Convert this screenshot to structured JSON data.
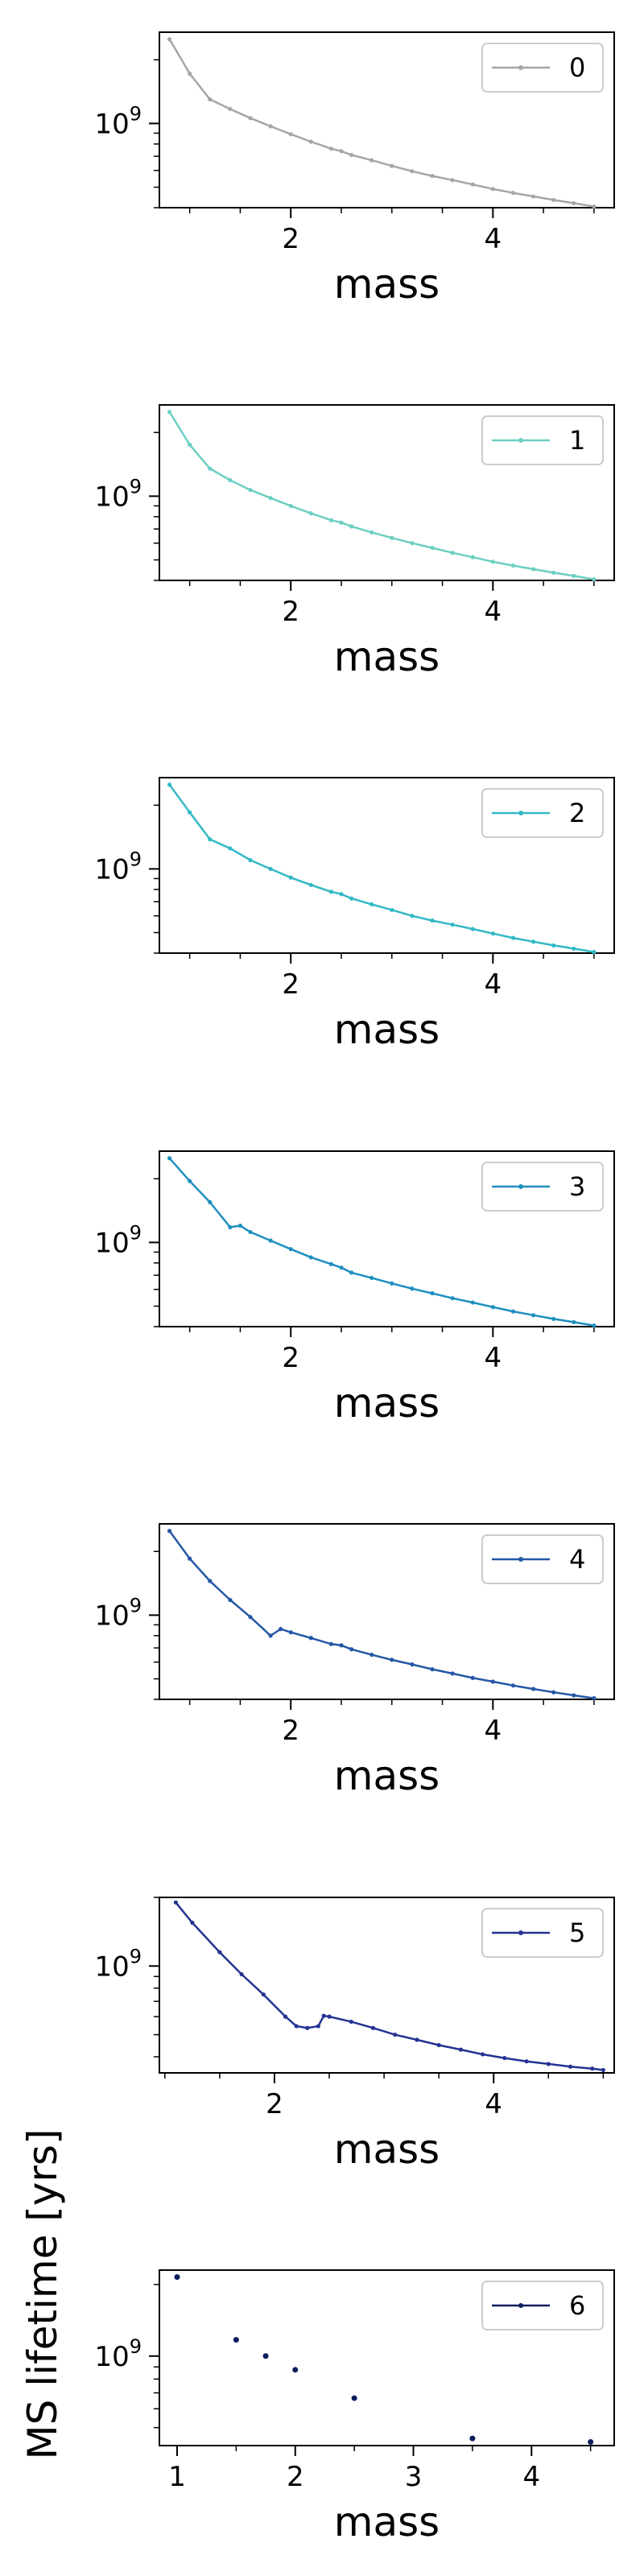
{
  "figure": {
    "ylabel": "MS lifetime [yrs]"
  },
  "chart_data": [
    {
      "type": "line",
      "legend": "0",
      "color": "#a6a6a6",
      "xlabel": "mass",
      "xscale": "linear",
      "yscale": "log",
      "xlim": [
        0.7,
        5.2
      ],
      "ylim": [
        400000000.0,
        2700000000.0
      ],
      "xticks": [
        2,
        4
      ],
      "yticks": [
        {
          "value": 1000000000.0,
          "label": "10^9"
        }
      ],
      "legend_loc": "upper right",
      "x": [
        0.8,
        1.0,
        1.2,
        1.4,
        1.6,
        1.8,
        2.0,
        2.2,
        2.4,
        2.5,
        2.6,
        2.8,
        3.0,
        3.2,
        3.4,
        3.6,
        3.8,
        4.0,
        4.2,
        4.4,
        4.6,
        4.8,
        5.0
      ],
      "y": [
        2500000000.0,
        1720000000.0,
        1300000000.0,
        1170000000.0,
        1060000000.0,
        970000000.0,
        890000000.0,
        820000000.0,
        760000000.0,
        740000000.0,
        710000000.0,
        670000000.0,
        630000000.0,
        595000000.0,
        565000000.0,
        540000000.0,
        515000000.0,
        490000000.0,
        470000000.0,
        452000000.0,
        435000000.0,
        420000000.0,
        405000000.0
      ]
    },
    {
      "type": "line",
      "legend": "1",
      "color": "#6ccfc3",
      "xlabel": "mass",
      "xscale": "linear",
      "yscale": "log",
      "xlim": [
        0.7,
        5.2
      ],
      "ylim": [
        400000000.0,
        2700000000.0
      ],
      "xticks": [
        2,
        4
      ],
      "yticks": [
        {
          "value": 1000000000.0,
          "label": "10^9"
        }
      ],
      "legend_loc": "upper right",
      "x": [
        0.8,
        1.0,
        1.2,
        1.4,
        1.6,
        1.8,
        2.0,
        2.2,
        2.4,
        2.5,
        2.6,
        2.8,
        3.0,
        3.2,
        3.4,
        3.6,
        3.8,
        4.0,
        4.2,
        4.4,
        4.6,
        4.8,
        5.0
      ],
      "y": [
        2500000000.0,
        1750000000.0,
        1350000000.0,
        1190000000.0,
        1070000000.0,
        980000000.0,
        900000000.0,
        830000000.0,
        770000000.0,
        750000000.0,
        720000000.0,
        675000000.0,
        635000000.0,
        600000000.0,
        570000000.0,
        540000000.0,
        515000000.0,
        490000000.0,
        470000000.0,
        452000000.0,
        435000000.0,
        420000000.0,
        405000000.0
      ]
    },
    {
      "type": "line",
      "legend": "2",
      "color": "#32b9c6",
      "xlabel": "mass",
      "xscale": "linear",
      "yscale": "log",
      "xlim": [
        0.7,
        5.2
      ],
      "ylim": [
        400000000.0,
        2700000000.0
      ],
      "xticks": [
        2,
        4
      ],
      "yticks": [
        {
          "value": 1000000000.0,
          "label": "10^9"
        }
      ],
      "legend_loc": "upper right",
      "x": [
        0.8,
        1.0,
        1.2,
        1.4,
        1.6,
        1.8,
        2.0,
        2.2,
        2.4,
        2.5,
        2.6,
        2.8,
        3.0,
        3.2,
        3.4,
        3.6,
        3.8,
        4.0,
        4.2,
        4.4,
        4.6,
        4.8,
        5.0
      ],
      "y": [
        2500000000.0,
        1850000000.0,
        1380000000.0,
        1250000000.0,
        1100000000.0,
        1000000000.0,
        910000000.0,
        840000000.0,
        780000000.0,
        760000000.0,
        725000000.0,
        680000000.0,
        640000000.0,
        600000000.0,
        570000000.0,
        545000000.0,
        520000000.0,
        495000000.0,
        472000000.0,
        453000000.0,
        435000000.0,
        420000000.0,
        405000000.0
      ]
    },
    {
      "type": "line",
      "legend": "3",
      "color": "#1f8fc0",
      "xlabel": "mass",
      "xscale": "linear",
      "yscale": "log",
      "xlim": [
        0.7,
        5.2
      ],
      "ylim": [
        400000000.0,
        2700000000.0
      ],
      "xticks": [
        2,
        4
      ],
      "yticks": [
        {
          "value": 1000000000.0,
          "label": "10^9"
        }
      ],
      "legend_loc": "upper right",
      "x": [
        0.8,
        1.0,
        1.2,
        1.4,
        1.5,
        1.6,
        1.8,
        2.0,
        2.2,
        2.4,
        2.5,
        2.6,
        2.8,
        3.0,
        3.2,
        3.4,
        3.6,
        3.8,
        4.0,
        4.2,
        4.4,
        4.6,
        4.8,
        5.0
      ],
      "y": [
        2500000000.0,
        1950000000.0,
        1550000000.0,
        1180000000.0,
        1200000000.0,
        1120000000.0,
        1020000000.0,
        930000000.0,
        850000000.0,
        790000000.0,
        760000000.0,
        720000000.0,
        680000000.0,
        640000000.0,
        605000000.0,
        575000000.0,
        545000000.0,
        520000000.0,
        495000000.0,
        472000000.0,
        453000000.0,
        435000000.0,
        420000000.0,
        405000000.0
      ]
    },
    {
      "type": "line",
      "legend": "4",
      "color": "#2457a6",
      "xlabel": "mass",
      "xscale": "linear",
      "yscale": "log",
      "xlim": [
        0.7,
        5.2
      ],
      "ylim": [
        400000000.0,
        2700000000.0
      ],
      "xticks": [
        2,
        4
      ],
      "yticks": [
        {
          "value": 1000000000.0,
          "label": "10^9"
        }
      ],
      "legend_loc": "upper right",
      "x": [
        0.8,
        1.0,
        1.2,
        1.4,
        1.6,
        1.8,
        1.9,
        2.0,
        2.2,
        2.4,
        2.5,
        2.6,
        2.8,
        3.0,
        3.2,
        3.4,
        3.6,
        3.8,
        4.0,
        4.2,
        4.4,
        4.6,
        4.8,
        5.0
      ],
      "y": [
        2500000000.0,
        1850000000.0,
        1450000000.0,
        1180000000.0,
        980000000.0,
        800000000.0,
        860000000.0,
        830000000.0,
        780000000.0,
        730000000.0,
        720000000.0,
        690000000.0,
        650000000.0,
        615000000.0,
        585000000.0,
        555000000.0,
        530000000.0,
        505000000.0,
        485000000.0,
        465000000.0,
        448000000.0,
        432000000.0,
        418000000.0,
        405000000.0
      ]
    },
    {
      "type": "line",
      "legend": "5",
      "color": "#243393",
      "xlabel": "mass",
      "xscale": "linear",
      "yscale": "log",
      "xlim": [
        0.95,
        5.1
      ],
      "ylim": [
        340000000.0,
        2000000000.0
      ],
      "xticks": [
        2,
        4
      ],
      "yticks": [
        {
          "value": 1000000000.0,
          "label": "10^9"
        }
      ],
      "legend_loc": "upper right",
      "x": [
        1.1,
        1.25,
        1.5,
        1.7,
        1.9,
        2.1,
        2.2,
        2.3,
        2.4,
        2.45,
        2.5,
        2.7,
        2.9,
        3.1,
        3.3,
        3.5,
        3.7,
        3.9,
        4.1,
        4.3,
        4.5,
        4.7,
        4.9,
        5.0
      ],
      "y": [
        1900000000.0,
        1550000000.0,
        1150000000.0,
        920000000.0,
        750000000.0,
        600000000.0,
        545000000.0,
        535000000.0,
        545000000.0,
        605000000.0,
        600000000.0,
        570000000.0,
        535000000.0,
        500000000.0,
        475000000.0,
        450000000.0,
        430000000.0,
        410000000.0,
        395000000.0,
        382000000.0,
        372000000.0,
        362000000.0,
        355000000.0,
        350000000.0
      ]
    },
    {
      "type": "scatter",
      "legend": "6",
      "color": "#0c1d5e",
      "xlabel": "mass",
      "xscale": "linear",
      "yscale": "log",
      "xlim": [
        0.85,
        4.7
      ],
      "ylim": [
        420000000.0,
        2300000000.0
      ],
      "xticks": [
        1,
        2,
        3,
        4
      ],
      "yticks": [
        {
          "value": 1000000000.0,
          "label": "10^9"
        }
      ],
      "legend_loc": "upper right",
      "x": [
        1.0,
        1.5,
        1.75,
        2.0,
        2.5,
        3.5,
        4.5
      ],
      "y": [
        2150000000.0,
        1170000000.0,
        1000000000.0,
        875000000.0,
        665000000.0,
        450000000.0,
        435000000.0
      ]
    }
  ]
}
